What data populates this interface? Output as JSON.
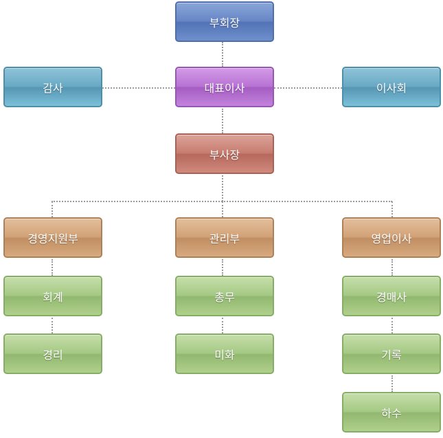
{
  "org": {
    "vice_chairman": "부회장",
    "auditor": "감사",
    "ceo": "대표이사",
    "board": "이사회",
    "vice_president": "부사장",
    "management_support": "경영지원부",
    "administration": "관리부",
    "sales_director": "영업이사",
    "accounting": "회계",
    "finance": "경리",
    "general_affairs": "총무",
    "beautification": "미화",
    "appraisal": "경매사",
    "records": "기록",
    "unloading": "하수"
  },
  "colors": {
    "top": "#6786c6",
    "side": "#69a9c4",
    "ceo": "#b873d4",
    "vp": "#c87c70",
    "dept": "#d2a277",
    "team": "#a5c985",
    "connector": "#9a9a9a"
  }
}
